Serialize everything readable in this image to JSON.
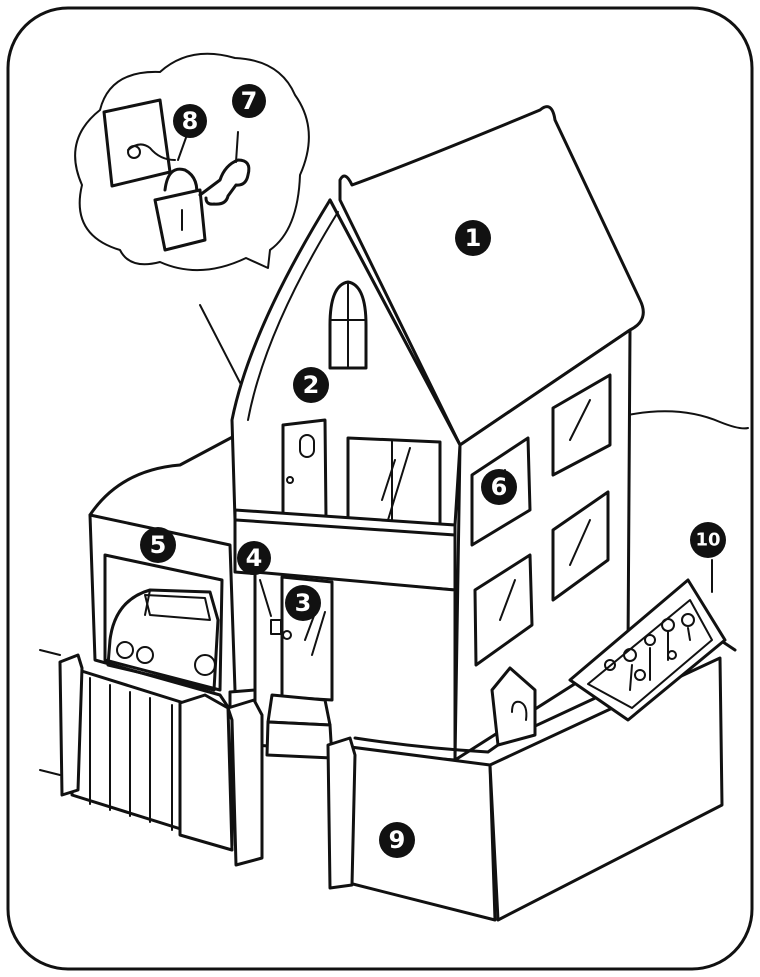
{
  "markers": [
    {
      "id": "roof",
      "label": "1"
    },
    {
      "id": "upper-door",
      "label": "2"
    },
    {
      "id": "front-door",
      "label": "3"
    },
    {
      "id": "door-lock",
      "label": "4"
    },
    {
      "id": "garage",
      "label": "5"
    },
    {
      "id": "window",
      "label": "6"
    },
    {
      "id": "key",
      "label": "7"
    },
    {
      "id": "padlock-hasp",
      "label": "8"
    },
    {
      "id": "front-wall",
      "label": "9"
    },
    {
      "id": "flower-bed",
      "label": "10"
    }
  ],
  "icons": [
    "house-illustration",
    "padlock-icon",
    "key-icon",
    "car-icon",
    "doghouse-icon",
    "flower-icon"
  ],
  "colors": {
    "ink": "#111111",
    "background": "#ffffff"
  }
}
